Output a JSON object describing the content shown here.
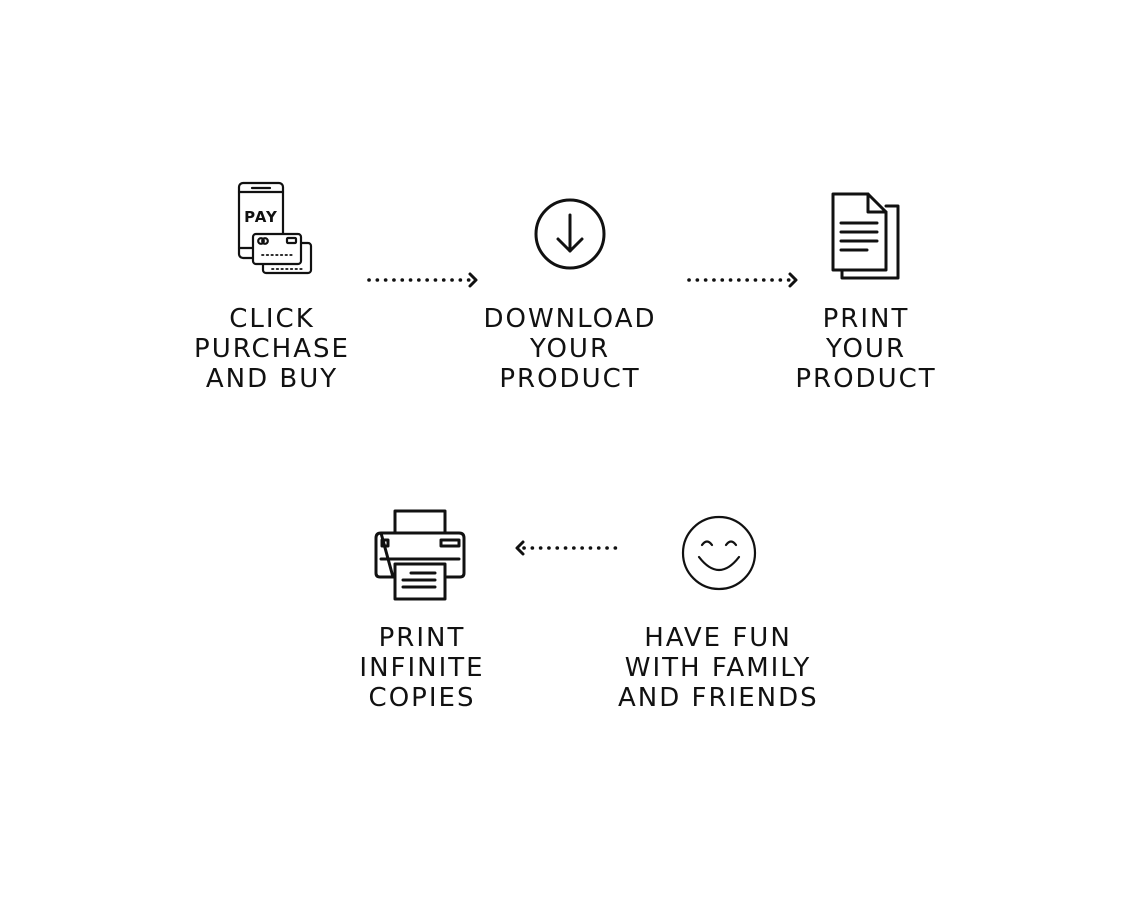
{
  "colors": {
    "ink": "#111111",
    "background": "#ffffff"
  },
  "steps": [
    {
      "id": "purchase",
      "icon": "phone-pay-icon",
      "icon_text": "PAY",
      "lines": [
        "CLICK",
        "PURCHASE",
        "AND BUY"
      ]
    },
    {
      "id": "download",
      "icon": "download-circle-icon",
      "lines": [
        "DOWNLOAD",
        "YOUR",
        "PRODUCT"
      ]
    },
    {
      "id": "print",
      "icon": "document-icon",
      "lines": [
        "PRINT",
        "YOUR",
        "PRODUCT"
      ]
    },
    {
      "id": "copies",
      "icon": "printer-icon",
      "lines": [
        "PRINT",
        "INFINITE",
        "COPIES"
      ]
    },
    {
      "id": "fun",
      "icon": "smiley-icon",
      "lines": [
        "HAVE FUN",
        "WITH FAMILY",
        "AND FRIENDS"
      ]
    }
  ],
  "arrows": [
    {
      "from": "purchase",
      "to": "download",
      "direction": "right"
    },
    {
      "from": "download",
      "to": "print",
      "direction": "right"
    },
    {
      "from": "fun",
      "to": "copies",
      "direction": "left"
    }
  ]
}
